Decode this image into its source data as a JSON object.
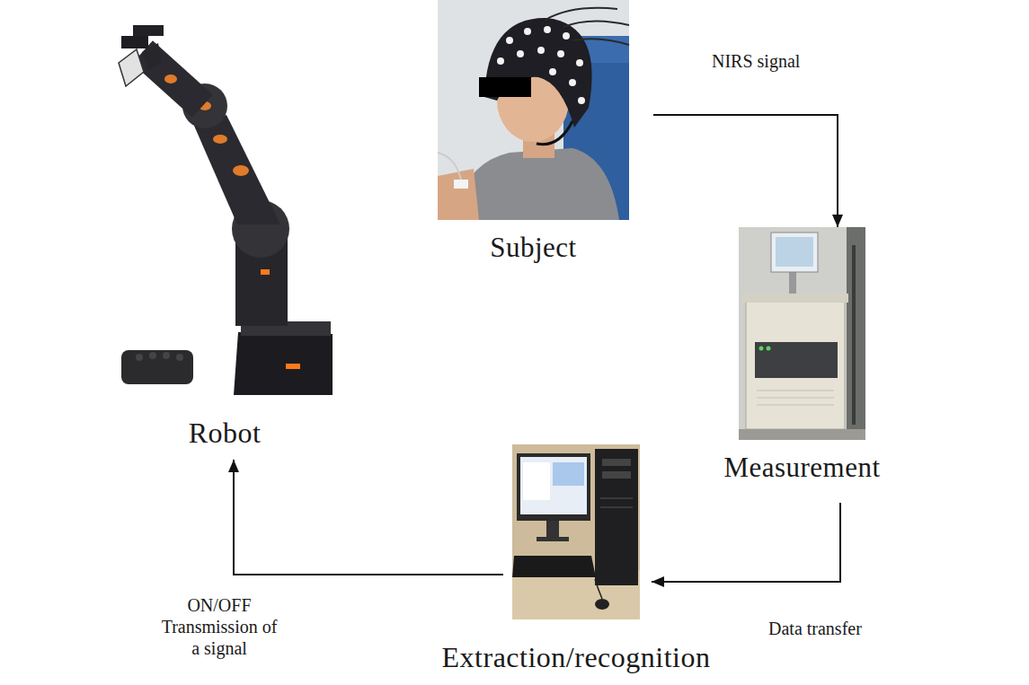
{
  "diagram": {
    "nodes": [
      {
        "text": [
          "Subject"
        ]
      },
      {
        "text": [
          "Measurement"
        ]
      },
      {
        "text": [
          "Extraction/recognition"
        ]
      },
      {
        "text": [
          "Robot"
        ]
      }
    ],
    "edges": [
      {
        "from": 0,
        "to": 1,
        "arrow": "to",
        "label": "NIRS signal"
      },
      {
        "from": 1,
        "to": 2,
        "arrow": "to",
        "label": "Data transfer"
      },
      {
        "from": 2,
        "to": 3,
        "arrow": "to",
        "label": "ON/OFF Transmission of a signal"
      }
    ]
  }
}
